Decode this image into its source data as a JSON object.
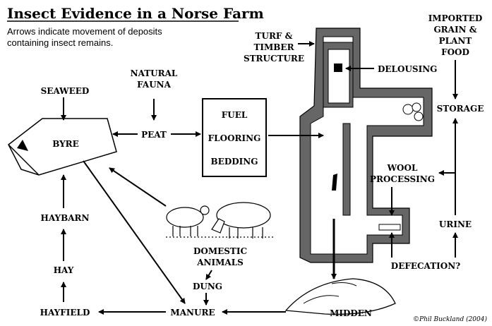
{
  "title": "Insect Evidence in a Norse Farm",
  "subtitle": [
    "Arrows indicate movement of deposits",
    "containing insect remains."
  ],
  "nodes": {
    "seaweed": [
      "SEAWEED"
    ],
    "natural_fauna": [
      "NATURAL",
      "FAUNA"
    ],
    "byre": [
      "BYRE"
    ],
    "peat": [
      "PEAT"
    ],
    "fuel_box": [
      "FUEL",
      "FLOORING",
      "BEDDING"
    ],
    "turf_timber": [
      "TURF &",
      "TIMBER",
      "STRUCTURE"
    ],
    "delousing": [
      "DELOUSING"
    ],
    "imported": [
      "IMPORTED",
      "GRAIN &",
      "PLANT",
      "FOOD"
    ],
    "storage": [
      "STORAGE"
    ],
    "wool": [
      "WOOL",
      "PROCESSING"
    ],
    "urine": [
      "URINE"
    ],
    "defecation": [
      "DEFECATION?"
    ],
    "haybarn": [
      "HAYBARN"
    ],
    "hay": [
      "HAY"
    ],
    "hayfield": [
      "HAYFIELD"
    ],
    "manure": [
      "MANURE"
    ],
    "domestic": [
      "DOMESTIC",
      "ANIMALS"
    ],
    "dung": [
      "DUNG"
    ],
    "midden": [
      "MIDDEN"
    ]
  },
  "credit": "©Phil Buckland (2004)",
  "colors": {
    "wall": "#666666",
    "ink": "#000000"
  }
}
